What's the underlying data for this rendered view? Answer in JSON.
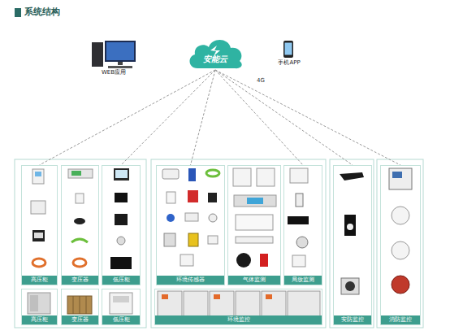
{
  "diagram": {
    "title": "系统结构",
    "nodes": [
      {
        "text": [
          "安能云"
        ]
      },
      {
        "text": [
          "WEB应用"
        ]
      },
      {
        "text": [
          "手机APP"
        ]
      },
      {
        "text": [
          "高压柜"
        ]
      },
      {
        "text": [
          "变压器"
        ]
      },
      {
        "text": [
          "低压柜"
        ]
      },
      {
        "text": [
          "高压柜"
        ]
      },
      {
        "text": [
          "变压器"
        ]
      },
      {
        "text": [
          "低压柜"
        ]
      },
      {
        "text": [
          "环境传感器"
        ]
      },
      {
        "text": [
          "气体监测"
        ]
      },
      {
        "text": [
          "局放监测"
        ]
      },
      {
        "text": [
          "环境监控"
        ]
      },
      {
        "text": [
          "安防监控"
        ]
      },
      {
        "text": [
          "消防监控"
        ]
      }
    ],
    "edges": [
      {
        "from": 0,
        "to": 3,
        "arrow": "none"
      },
      {
        "from": 0,
        "to": 5,
        "arrow": "none"
      },
      {
        "from": 0,
        "to": 9,
        "arrow": "none"
      },
      {
        "from": 0,
        "to": 11,
        "arrow": "none"
      },
      {
        "from": 0,
        "to": 13,
        "arrow": "none"
      },
      {
        "from": 0,
        "to": 14,
        "arrow": "none"
      }
    ],
    "labels": [
      "4G"
    ]
  }
}
